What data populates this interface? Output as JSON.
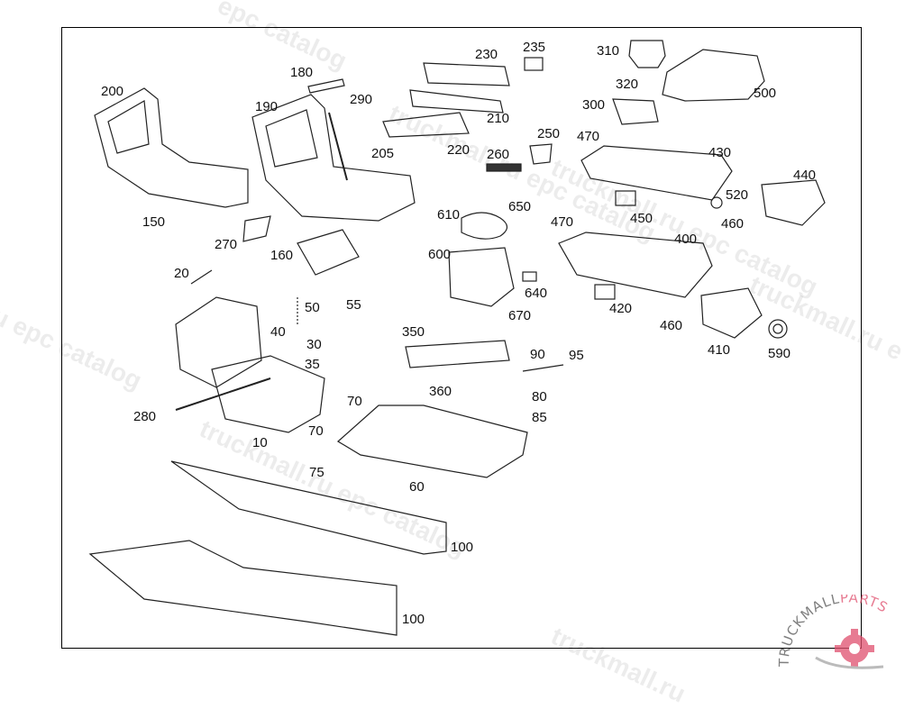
{
  "diagram": {
    "part_labels": [
      "200",
      "180",
      "190",
      "290",
      "230",
      "235",
      "310",
      "320",
      "500",
      "300",
      "210",
      "220",
      "205",
      "250",
      "470",
      "430",
      "260",
      "440",
      "520",
      "150",
      "610",
      "650",
      "470",
      "450",
      "460",
      "400",
      "270",
      "160",
      "600",
      "20",
      "640",
      "50",
      "55",
      "420",
      "670",
      "40",
      "30",
      "460",
      "350",
      "410",
      "590",
      "90",
      "95",
      "35",
      "360",
      "80",
      "70",
      "280",
      "85",
      "70",
      "10",
      "75",
      "60",
      "100",
      "100"
    ],
    "watermarks": [
      "epc catalog",
      "truckmall.ru epc catalog",
      "truckmall.ru e",
      "ru epc catalog",
      "truckmall.ru epc catalog",
      "truckmall.ru epc catalog",
      "truckmall.ru"
    ],
    "logo": {
      "text_dark": "TRUCKMALL",
      "text_accent": "PARTS",
      "accent_color": "#e0506e",
      "dark_color": "#555555"
    }
  }
}
